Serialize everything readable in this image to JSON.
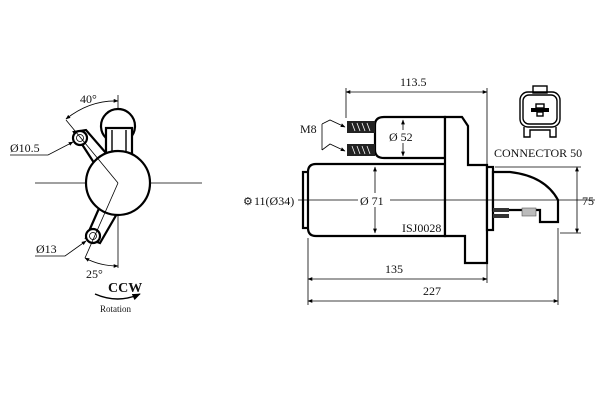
{
  "front_view": {
    "angle_top": "40°",
    "angle_bottom": "25°",
    "hole_upper": "Ø10.5",
    "hole_lower": "Ø13",
    "rotation_dir": "CCW",
    "rotation_label": "Rotation"
  },
  "side_view": {
    "dim_solenoid_length": "113.5",
    "terminal_label": "M8",
    "solenoid_diameter": "Ø 52",
    "motor_diameter": "Ø 71",
    "pinion": "11(Ø34)",
    "part_number": "ISJ0028",
    "dim_flange": "135",
    "dim_total": "227",
    "dim_height": "75"
  },
  "connector": {
    "label": "CONNECTOR 50"
  }
}
